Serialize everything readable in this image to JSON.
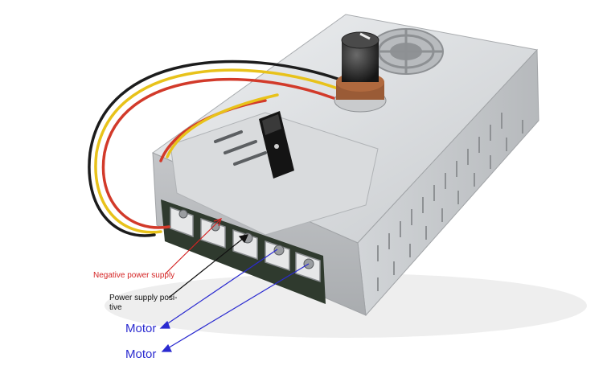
{
  "photo": {
    "subject": "pwm-motor-speed-controller",
    "colors": {
      "negative": "#d42424",
      "positive": "#111111",
      "motor": "#2a2ad0",
      "wire_red": "#d23a2a",
      "wire_yellow": "#e8c21a",
      "wire_black": "#1c1c1c"
    }
  },
  "labels": {
    "negative": "Negative power supply",
    "positive": "Power supply posi-tive",
    "motor_1": "Motor",
    "motor_2": "Motor"
  }
}
